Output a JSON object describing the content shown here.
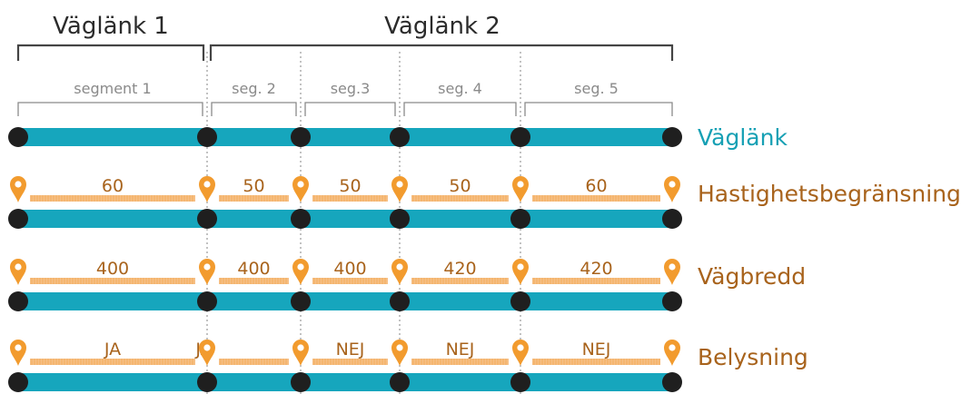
{
  "headers": {
    "link1": "Väglänk 1",
    "link2": "Väglänk 2"
  },
  "segment_labels": [
    "segment 1",
    "seg. 2",
    "seg.3",
    "seg. 4",
    "seg. 5"
  ],
  "rows": [
    {
      "key": "link",
      "label": "Väglänk",
      "values": []
    },
    {
      "key": "speed",
      "label": "Hastighetsbegränsning",
      "values": [
        "60",
        "50",
        "50",
        "50",
        "60"
      ]
    },
    {
      "key": "width",
      "label": "Vägbredd",
      "values": [
        "400",
        "400",
        "400",
        "420",
        "420"
      ]
    },
    {
      "key": "lighting",
      "label": "Belysning",
      "values": [
        "JA",
        "JA",
        "NEJ",
        "NEJ",
        "NEJ"
      ]
    }
  ],
  "colors": {
    "road": "#16a6bd",
    "node": "#1f1f1f",
    "marker": "#f29b2e",
    "attribute_bar": "#f6bf85",
    "attribute_text": "#a8631c",
    "link_label": "#16a0b4",
    "header_text": "#2b2b2b",
    "segment_text": "#8a8a8a",
    "bracket": "#444444",
    "divider": "#9a9a9a"
  },
  "icons": {
    "node": "node-dot-icon",
    "marker": "map-pin-icon"
  }
}
